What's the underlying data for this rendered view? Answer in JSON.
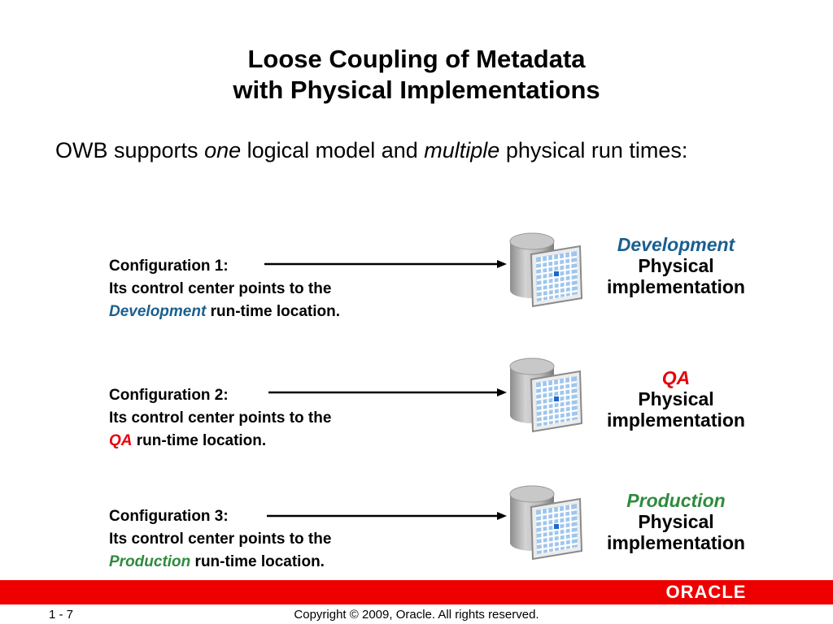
{
  "title": {
    "line1": "Loose Coupling of Metadata",
    "line2": "with Physical Implementations"
  },
  "intro": {
    "part1": "OWB supports ",
    "em1": "one",
    "part2": " logical model and ",
    "em2": "multiple",
    "part3": " physical run times:"
  },
  "colors": {
    "development": "#1a5f8f",
    "qa": "#e8000b",
    "production": "#2e8b3e",
    "footer_bar": "#ee0000"
  },
  "configurations": [
    {
      "label": "Configuration 1:",
      "text": "Its control center points to the",
      "location": "Development",
      "suffix": " run-time location.",
      "env": "Development",
      "impl_line1": "Physical",
      "impl_line2": "implementation",
      "icon": "database-icon"
    },
    {
      "label": "Configuration 2:",
      "text": "Its control center points to the",
      "location": "QA",
      "suffix": " run-time location.",
      "env": "QA",
      "impl_line1": "Physical",
      "impl_line2": "implementation",
      "icon": "database-icon"
    },
    {
      "label": "Configuration 3:",
      "text": "Its control center points to the",
      "location": "Production",
      "suffix": " run-time location.",
      "env": "Production",
      "impl_line1": "Physical",
      "impl_line2": "implementation",
      "icon": "database-icon"
    }
  ],
  "footer": {
    "logo": "ORACLE",
    "page": "1 - 7",
    "copyright": "Copyright © 2009, Oracle. All rights reserved."
  }
}
